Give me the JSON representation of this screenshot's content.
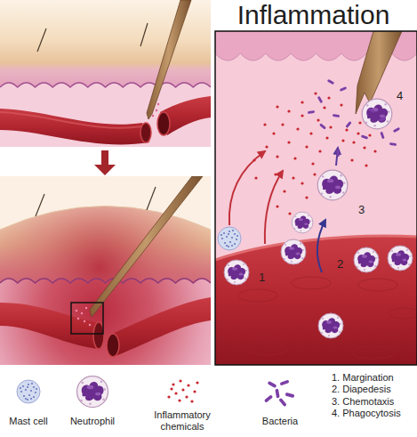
{
  "diagram": {
    "title": "Inflammation",
    "labels": [
      "1",
      "2",
      "3",
      "4",
      "1. Margination",
      "2. Diapedesis",
      "3. Chemotaxis",
      "4. Phagocytosis"
    ],
    "legend": [
      {
        "text": "Mast cell"
      },
      {
        "text": "Neutrophil"
      },
      {
        "text": "Inflammatory chemicals"
      },
      {
        "text": "Bacteria"
      }
    ]
  }
}
